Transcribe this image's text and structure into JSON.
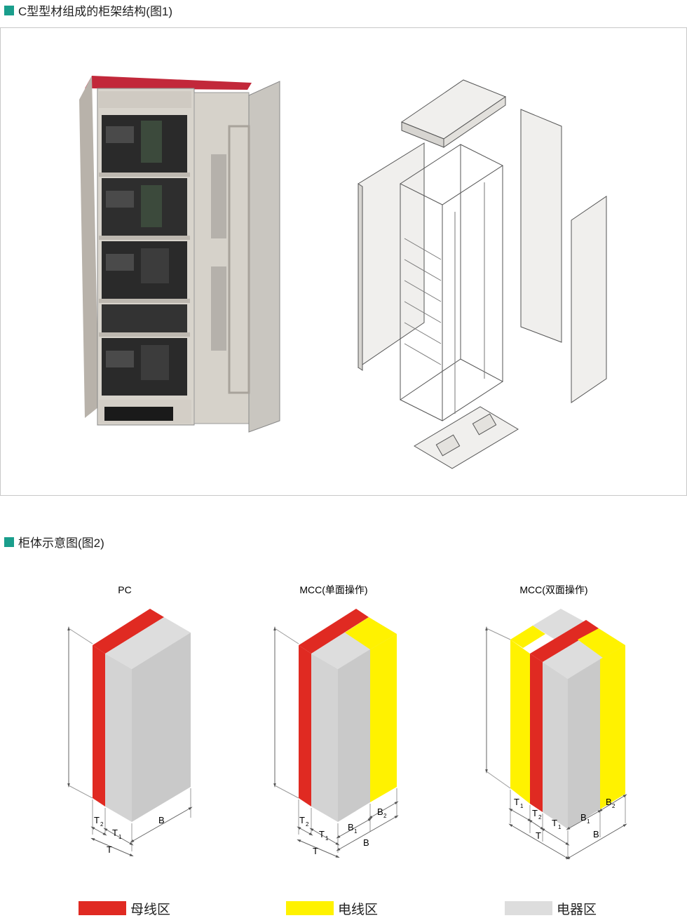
{
  "section1": {
    "title": "C型型材组成的柜架结构(图1)"
  },
  "section2": {
    "title": "柜体示意图(图2)"
  },
  "colors": {
    "accent": "#1a9e8c",
    "busbar": "#e02a22",
    "cable": "#fff200",
    "device": "#dddddd"
  },
  "diagrams": {
    "pc": {
      "title": "PC",
      "labels": {
        "t2": "T",
        "t2sub": "2",
        "t1": "T",
        "t1sub": "1",
        "t": "T",
        "b": "B"
      }
    },
    "mcc1": {
      "title": "MCC(单面操作)",
      "labels": {
        "t2": "T",
        "t2sub": "2",
        "t1": "T",
        "t1sub": "1",
        "t": "T",
        "b1": "B",
        "b1sub": "1",
        "b2": "B",
        "b2sub": "2",
        "b": "B"
      }
    },
    "mcc2": {
      "title": "MCC(双面操作)",
      "labels": {
        "t1a": "T",
        "t1asub": "1",
        "t2": "T",
        "t2sub": "2",
        "t1b": "T",
        "t1bsub": "1",
        "b1": "B",
        "b1sub": "1",
        "b2": "B",
        "b2sub": "2",
        "t": "T",
        "b": "B"
      }
    }
  },
  "legend": [
    {
      "label": "母线区",
      "color": "#e02a22"
    },
    {
      "label": "电线区",
      "color": "#fff200"
    },
    {
      "label": "电器区",
      "color": "#dddddd"
    }
  ]
}
